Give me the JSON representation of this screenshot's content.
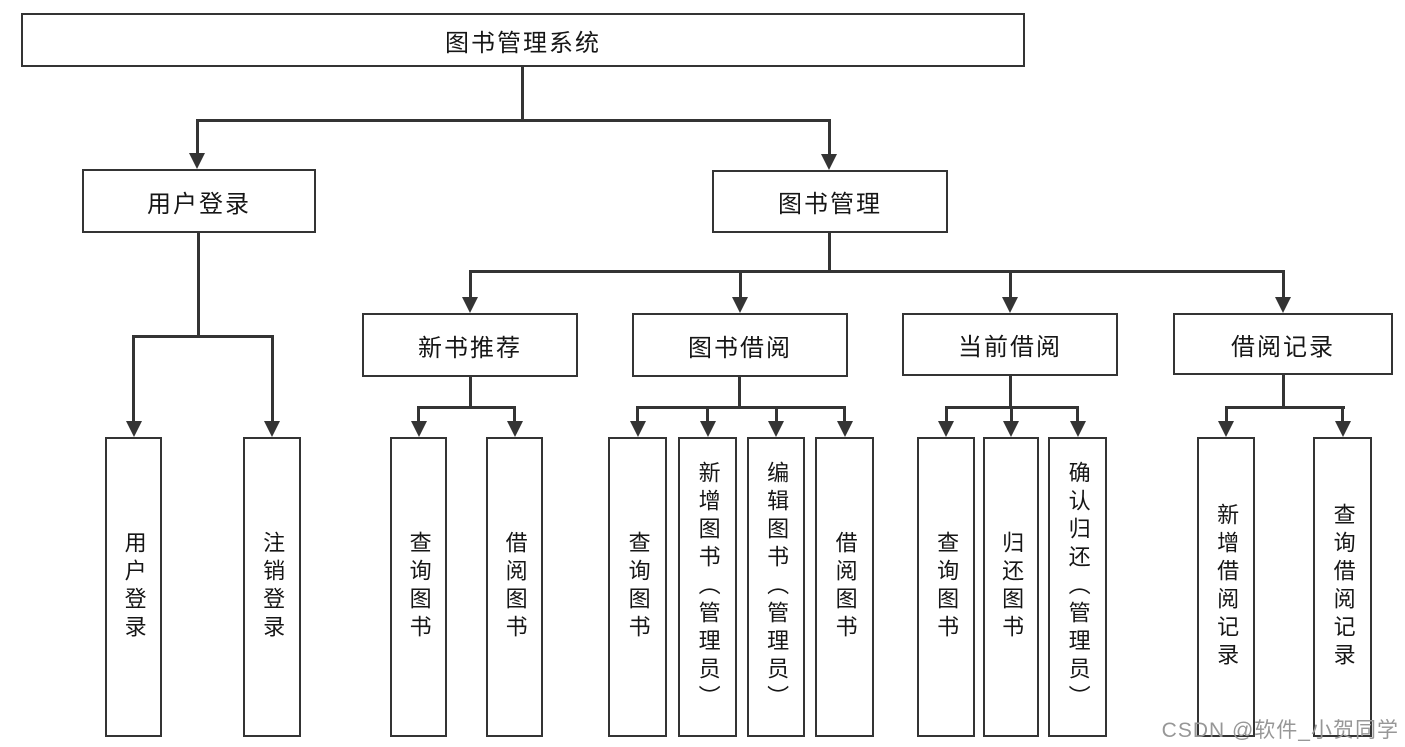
{
  "diagram": {
    "type": "hierarchy-tree",
    "root": {
      "label": "图书管理系统"
    },
    "level2": {
      "user_login": {
        "label": "用户登录"
      },
      "book_mgmt": {
        "label": "图书管理"
      }
    },
    "level3": {
      "new_book": {
        "label": "新书推荐"
      },
      "book_borrow": {
        "label": "图书借阅"
      },
      "current_borrow": {
        "label": "当前借阅"
      },
      "borrow_records": {
        "label": "借阅记录"
      }
    },
    "leaves": {
      "user": [
        "用户登录",
        "注销登录"
      ],
      "new_book": [
        "查询图书",
        "借阅图书"
      ],
      "book_borrow": [
        "查询图书",
        "新增图书（管理员）",
        "编辑图书（管理员）",
        "借阅图书"
      ],
      "current_borrow": [
        "查询图书",
        "归还图书",
        "确认归还（管理员）"
      ],
      "borrow_records": [
        "新增借阅记录",
        "查询借阅记录"
      ]
    }
  },
  "watermark": "CSDN @软件_小贺同学",
  "colors": {
    "line": "#343434",
    "text": "#161616",
    "background": "#ffffff",
    "watermark": "#979797"
  }
}
